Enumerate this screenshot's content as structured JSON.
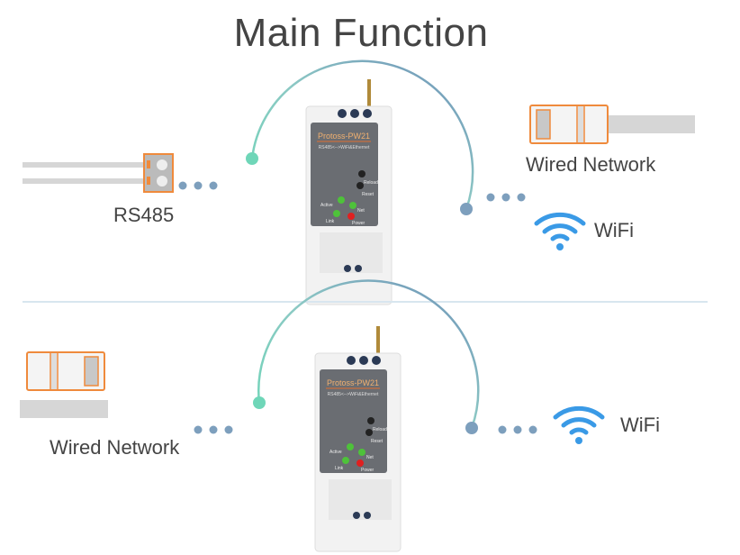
{
  "title": "Main Function",
  "colors": {
    "orange": "#ef8a3c",
    "cable": "#d6d6d6",
    "wifi": "#3a9ae6",
    "dots": "#7d9fbd",
    "ring_start": "#6fd6b8",
    "ring_end": "#6d8fb8",
    "divider": "#d8e6ef"
  },
  "device": {
    "model": "Protoss-PW21",
    "subtitle": "RS485<-->WiFi&Ethernet",
    "reload": "Reload",
    "reset": "Reset",
    "active": "Active",
    "net": "Net",
    "link": "Link",
    "power": "Power"
  },
  "top_panel": {
    "left_label": "RS485",
    "right_wired_label": "Wired Network",
    "right_wifi_label": "WiFi"
  },
  "bottom_panel": {
    "left_label": "Wired Network",
    "right_wifi_label": "WiFi"
  }
}
